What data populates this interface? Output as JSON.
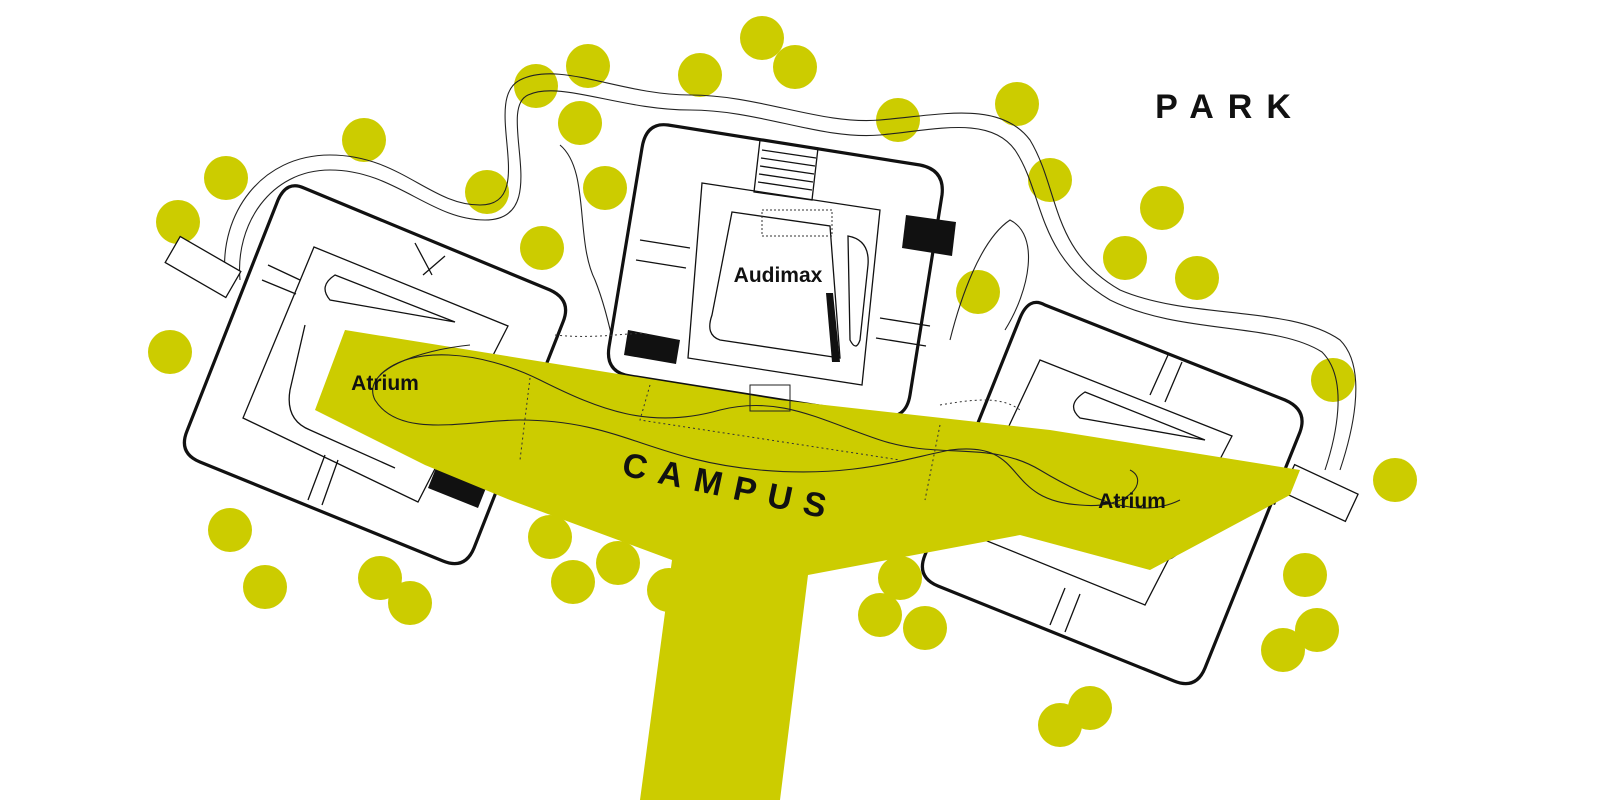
{
  "labels": {
    "park": "PARK",
    "campus": "CAMPUS",
    "audimax": "Audimax",
    "atrium_left": "Atrium",
    "atrium_right": "Atrium"
  },
  "colors": {
    "accent": "#cccc00",
    "line": "#111111",
    "background": "#ffffff"
  }
}
